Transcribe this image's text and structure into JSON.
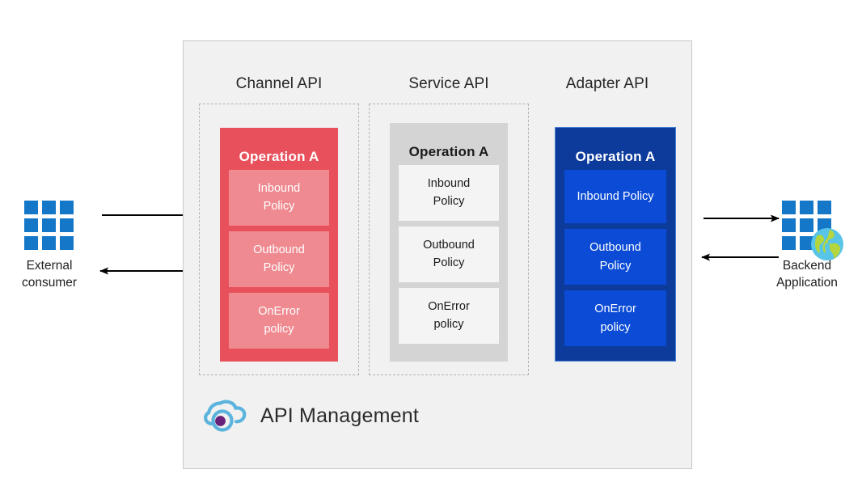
{
  "diagram": {
    "container_label": "API Management",
    "container_icon": "cloud-icon",
    "columns": [
      {
        "title": "Channel API",
        "operation": "Operation A",
        "policies": [
          "Inbound\nPolicy",
          "Outbound\nPolicy",
          "OnError\npolicy"
        ],
        "color": "#e8515c",
        "policy_color": "#ef8a90",
        "text_color": "#ffffff"
      },
      {
        "title": "Service API",
        "operation": "Operation A",
        "policies": [
          "Inbound\nPolicy",
          "Outbound\nPolicy",
          "OnError\npolicy"
        ],
        "color": "#d4d4d4",
        "policy_color": "#f4f4f4",
        "text_color": "#1a1a1a"
      },
      {
        "title": "Adapter API",
        "operation": "Operation A",
        "policies": [
          "Inbound Policy",
          "Outbound\nPolicy",
          "OnError\npolicy"
        ],
        "color": "#0c3b9c",
        "policy_color": "#0b4bd6",
        "text_color": "#ffffff"
      }
    ],
    "endpoints": [
      {
        "label": "External\nconsumer",
        "icon": "app-grid-icon",
        "color": "#1477c8"
      },
      {
        "label": "Backend\nApplication",
        "icon": "app-grid-globe-icon",
        "color": "#1477c8"
      }
    ],
    "policy_labels": {
      "inbound": "Inbound Policy",
      "outbound": "Outbound Policy",
      "onerror": "OnError policy"
    },
    "flow": {
      "request_direction": "left-to-right",
      "response_direction": "right-to-left",
      "arrow_color": "#000000"
    },
    "colors": {
      "canvas": "#ffffff",
      "container_bg": "#f1f1f1",
      "container_border": "#c8c8c8",
      "dashed_border": "#b4b4b4",
      "brand_cloud": "#5bb4dd",
      "brand_dot": "#68217a"
    }
  }
}
